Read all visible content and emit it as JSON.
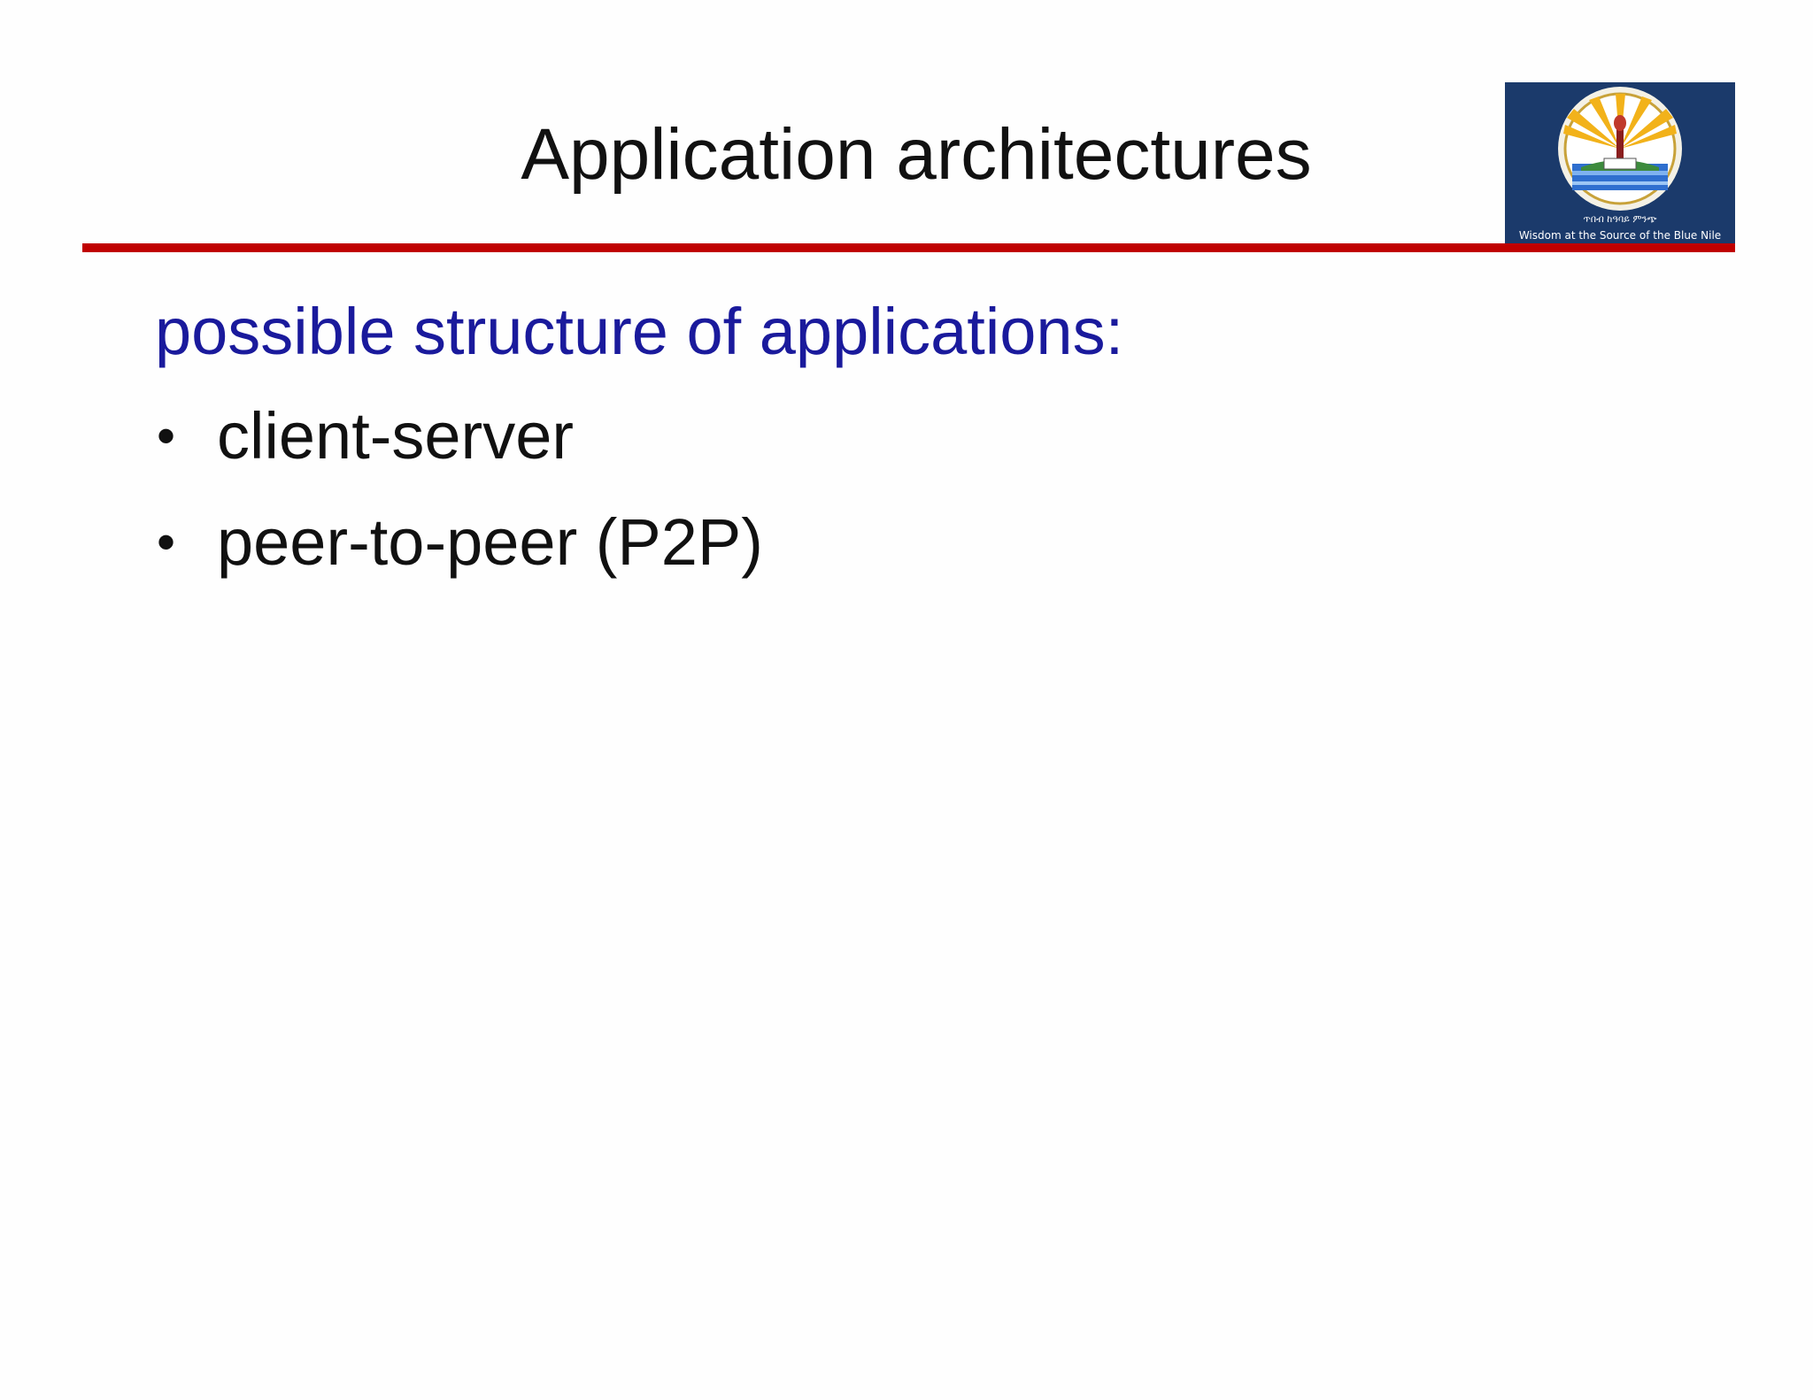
{
  "slide": {
    "title": "Application architectures",
    "heading": "possible structure of applications:",
    "bullets": [
      {
        "text": "client-server"
      },
      {
        "text": "peer-to-peer (P2P)"
      }
    ],
    "logo": {
      "icon": "university-seal-icon",
      "amharic_text": "ጥበብ ከዓባይ ምንጭ",
      "motto": "Wisdom at the Source of the Blue Nile"
    }
  },
  "colors": {
    "title": "#111111",
    "heading": "#1a1a9c",
    "rule": "#c00000",
    "logo_background": "#1b3a6b"
  }
}
